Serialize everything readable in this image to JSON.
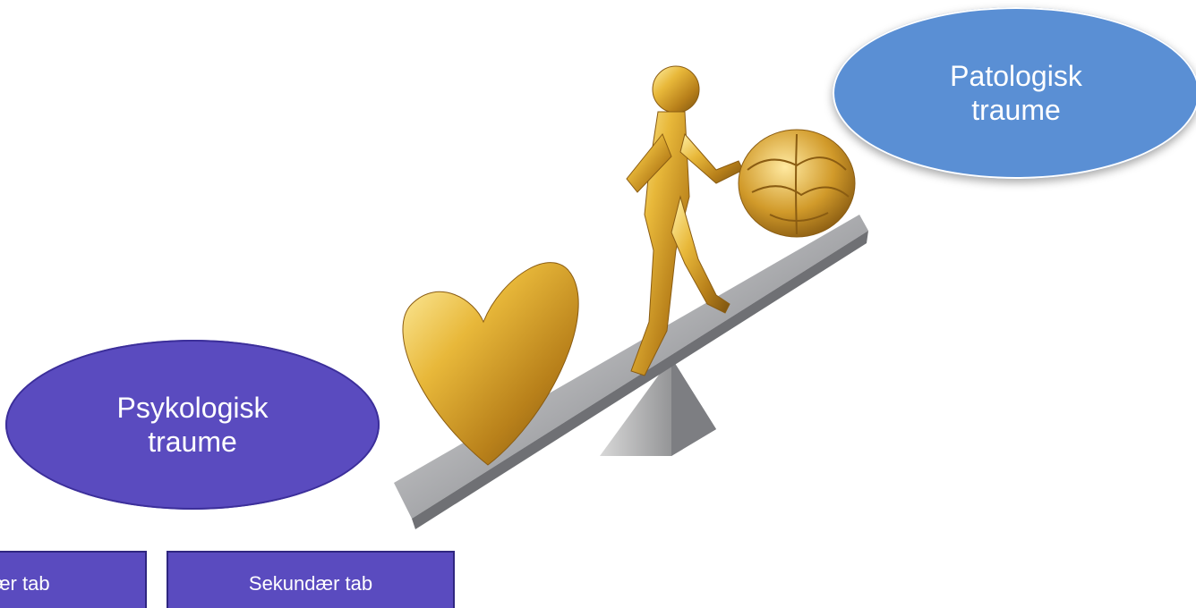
{
  "ellipses": {
    "psykologisk": "Psykologisk\ntraume",
    "patologisk": "Patologisk\ntraume"
  },
  "boxes": {
    "primaer": "ær tab",
    "sekundaer": "Sekundær tab"
  },
  "illustration": {
    "icon": "seesaw-heart-brain-figure-illustration"
  }
}
